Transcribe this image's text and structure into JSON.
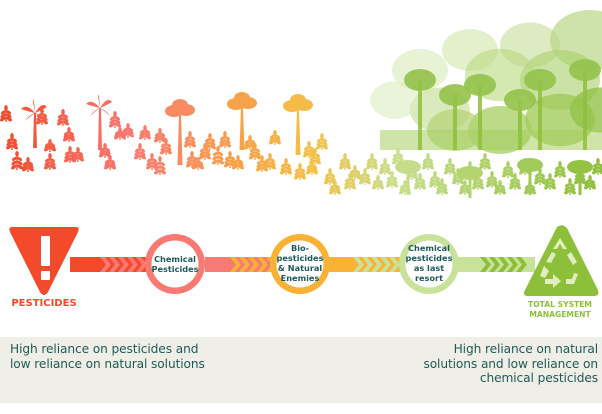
{
  "diagram": {
    "type": "progression",
    "colors": {
      "red": "#f24a2a",
      "pink": "#f97a72",
      "orange": "#f9b233",
      "light_green": "#c9e29a",
      "green": "#8ebf3a",
      "text_teal": "#1f5a5a",
      "caption_bg": "#f0efe7"
    },
    "start": {
      "icon": "warning-triangle-icon",
      "label": "PESTICIDES"
    },
    "stages": [
      {
        "label_lines": [
          "Chemical",
          "Pesticides"
        ]
      },
      {
        "label_lines": [
          "Bio-",
          "pesticides",
          "& Natural",
          "Enemies"
        ]
      },
      {
        "label_lines": [
          "Chemical",
          "pesticides",
          "as last",
          "resort"
        ]
      }
    ],
    "end": {
      "icon": "recycle-icon",
      "label_lines": [
        "TOTAL SYSTEM",
        "MANAGEMENT"
      ]
    }
  },
  "captions": {
    "left": "High reliance on pesticides and low reliance on natural solutions",
    "right": "High reliance on natural solutions and low reliance on chemical pesticides"
  },
  "illustration": {
    "description": "Landscape of plants transitioning from sparse red crops to a lush green forest",
    "gradient_colors": [
      "#f24a2a",
      "#f97a72",
      "#f9b233",
      "#c9e29a",
      "#8ebf3a"
    ]
  }
}
